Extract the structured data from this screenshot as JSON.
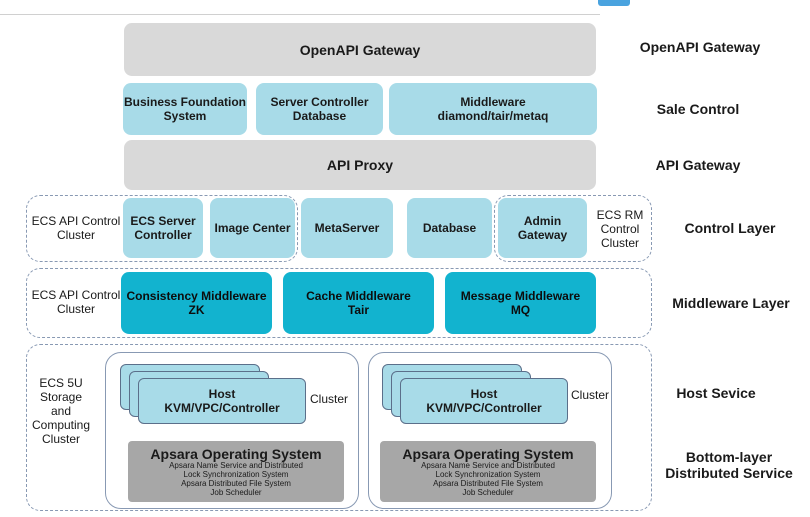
{
  "layers": {
    "openapi": "OpenAPI Gateway",
    "sale": "Sale Control",
    "apigw": "API Gateway",
    "control": "Control Layer",
    "middleware": "Middleware Layer",
    "host": "Host Sevice",
    "bottom": "Bottom-layer\nDistributed Service"
  },
  "rows": {
    "openapi_gateway": "OpenAPI Gateway",
    "business_foundation": "Business Foundation\nSystem",
    "server_controller_db": "Server Controller\nDatabase",
    "middleware_sale": "Middleware\ndiamond/tair/metaq",
    "api_proxy": "API Proxy",
    "ecs_server_controller": "ECS Server\nController",
    "image_center": "Image Center",
    "metaserver": "MetaServer",
    "database": "Database",
    "admin_gateway": "Admin\nGateway",
    "consistency_mw": "Consistency Middleware\nZK",
    "cache_mw": "Cache Middleware\nTair",
    "message_mw": "Message Middleware\nMQ"
  },
  "clusters": {
    "ecs_api_control_1": "ECS API Control\nCluster",
    "ecs_rm_control": "ECS RM\nControl\nCluster",
    "ecs_api_control_2": "ECS API Control\nCluster",
    "ecs_5u": "ECS 5U\nStorage\nand\nComputing\nCluster"
  },
  "host_cluster": {
    "host_label": "Host\nKVM/VPC/Controller",
    "cluster_label": "Cluster",
    "os_title": "Apsara Operating System",
    "os_lines": "Apsara Name Service and Distributed\nLock Synchronization System\nApsara Distributed File System\nJob Scheduler"
  }
}
